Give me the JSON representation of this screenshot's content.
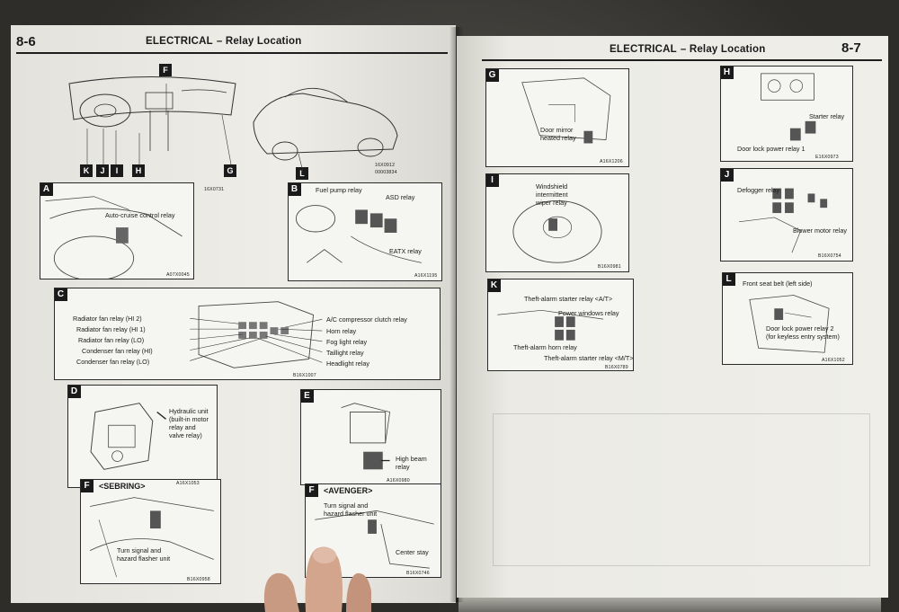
{
  "left_page": {
    "page_number": "8-6",
    "section": "ELECTRICAL",
    "subtitle": "– Relay Location",
    "overview": {
      "dash_keys": [
        "K",
        "J",
        "I",
        "H",
        "G"
      ],
      "dash_top_key": "F",
      "dash_code": "16X0731",
      "car_key": "L",
      "car_code": "16X0912",
      "car_code2": "00003834"
    },
    "panels": {
      "A": {
        "tag": "A",
        "labels": [
          "Auto-cruise control relay"
        ],
        "code": "A07X0045"
      },
      "B": {
        "tag": "B",
        "labels": [
          "Fuel pump relay",
          "ASD relay",
          "EATX relay"
        ],
        "code": "A16X1195"
      },
      "C": {
        "tag": "C",
        "left_labels": [
          "Radiator fan relay (HI 2)",
          "Radiator fan relay (HI 1)",
          "Radiator fan relay (LO)",
          "Condenser fan relay (HI)",
          "Condenser fan relay (LO)"
        ],
        "right_labels": [
          "A/C compressor clutch relay",
          "Horn relay",
          "Fog light relay",
          "Taillight relay",
          "Headlight relay"
        ],
        "code": "B16X1007"
      },
      "D": {
        "tag": "D",
        "labels": [
          "Hydraulic unit",
          "(built-in motor",
          "relay and",
          "valve relay)"
        ],
        "code": "A16X1053"
      },
      "E": {
        "tag": "E",
        "labels": [
          "High beam",
          "relay"
        ],
        "code": "A16X0980"
      },
      "F1": {
        "tag": "F",
        "title": "<SEBRING>",
        "labels": [
          "Turn signal and",
          "hazard flasher unit"
        ],
        "code": "B16X0958"
      },
      "F2": {
        "tag": "F",
        "title": "<AVENGER>",
        "labels": [
          "Turn signal and",
          "hazard flasher unit",
          "Center stay"
        ],
        "code": "B16X0746"
      }
    }
  },
  "right_page": {
    "page_number": "8-7",
    "section": "ELECTRICAL",
    "subtitle": "– Relay Location",
    "panels": {
      "G": {
        "tag": "G",
        "labels": [
          "Door mirror",
          "heated relay"
        ],
        "code": "A16X1206"
      },
      "H": {
        "tag": "H",
        "labels": [
          "Starter relay",
          "Door lock power relay 1"
        ],
        "code": "E16X0973"
      },
      "I": {
        "tag": "I",
        "labels": [
          "Windshield",
          "intermittent",
          "wiper relay"
        ],
        "code": "B16X0981"
      },
      "J": {
        "tag": "J",
        "labels": [
          "Defogger relay",
          "Blower motor relay"
        ],
        "code": "B16X0754"
      },
      "K": {
        "tag": "K",
        "labels": [
          "Theft-alarm starter relay <A/T>",
          "Power windows relay",
          "Theft-alarm horn relay",
          "Theft-alarm starter relay <M/T>"
        ],
        "code": "B16X0789"
      },
      "L": {
        "tag": "L",
        "labels": [
          "Front seat belt (left side)",
          "Door lock power relay 2",
          "(for keyless entry system)"
        ],
        "code": "A16X1052"
      }
    }
  },
  "colors": {
    "page": "#ebeae4",
    "ink": "#1a1a1a",
    "panel": "#f5f5f1",
    "tag_bg": "#1a1a1a"
  }
}
